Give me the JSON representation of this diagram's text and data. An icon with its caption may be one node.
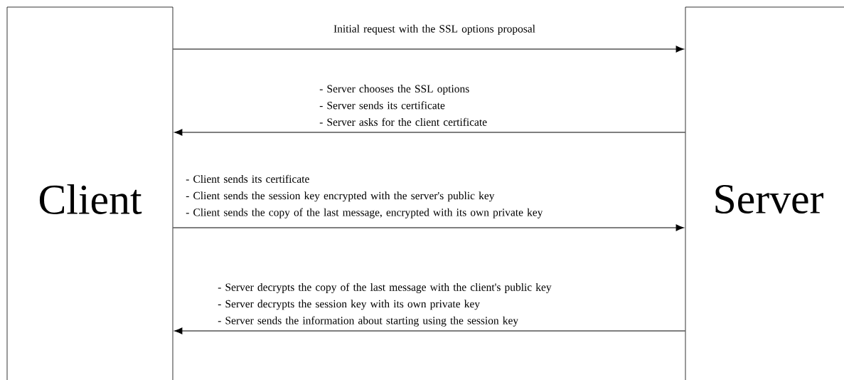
{
  "diagram": {
    "nodes": [
      {
        "text": [
          "Client"
        ]
      },
      {
        "text": [
          "Server"
        ]
      }
    ],
    "edges": [
      {
        "from": 0,
        "to": 1,
        "arrow": "to",
        "label": "Initial request with the SSL options proposal"
      },
      {
        "from": 1,
        "to": 0,
        "arrow": "to",
        "label": "- Server chooses the SSL options - Server sends its certificate - Server asks for the client certificate"
      },
      {
        "from": 0,
        "to": 1,
        "arrow": "to",
        "label": "- Client sends its certificate - Client sends the session key encrypted with the server's public key - Client sends the copy of the last message, encrypted with its own private key"
      },
      {
        "from": 1,
        "to": 0,
        "arrow": "to",
        "label": "- Server decrypts the copy of the last message with the client's public key - Server decrypts the session key with its own private key - Server sends the information about starting using the session key"
      }
    ]
  }
}
